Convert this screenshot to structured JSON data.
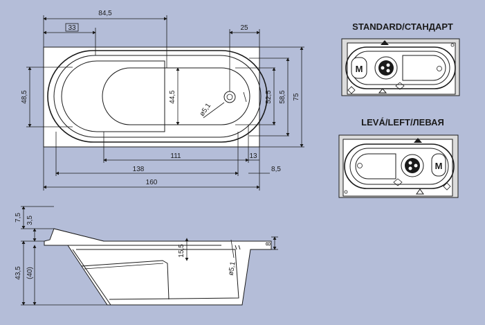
{
  "top_view": {
    "dim_84_5": "84,5",
    "dim_33": "33",
    "dim_25": "25",
    "dim_48_5": "48,5",
    "dim_44_5": "44,5",
    "dim_d5_1": "ø5,1",
    "dim_52_5": "52,5",
    "dim_58_5": "58,5",
    "dim_75": "75",
    "dim_111": "111",
    "dim_13": "13",
    "dim_138": "138",
    "dim_8_5": "8,5",
    "dim_160": "160"
  },
  "standard": {
    "heading": "STANDARD/СТАНДАРТ",
    "motor_label": "M"
  },
  "left": {
    "heading": "LEVÁ/LEFT/ЛЕВАЯ",
    "motor_label": "M"
  },
  "side_view": {
    "dim_7_5": "7,5",
    "dim_3_5": "3,5",
    "dim_43_5": "43,5",
    "dim_40": "(40)",
    "dim_15_5": "15,5",
    "dim_d5_1": "ø5,1",
    "dim_8": "8"
  }
}
